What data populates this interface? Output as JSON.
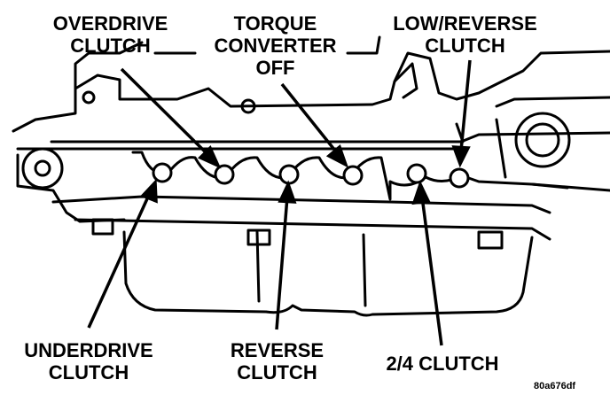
{
  "labels": {
    "overdrive": [
      "OVERDRIVE",
      "CLUTCH"
    ],
    "torque": [
      "TORQUE",
      "CONVERTER",
      "OFF"
    ],
    "lowrev": [
      "LOW/REVERSE",
      "CLUTCH"
    ],
    "underdrive": [
      "UNDERDRIVE",
      "CLUTCH"
    ],
    "reverse": [
      "REVERSE",
      "CLUTCH"
    ],
    "two_four": "2/4 CLUTCH"
  },
  "figure_code": "80a676df",
  "colors": {
    "ink": "#000000",
    "paper": "#ffffff"
  }
}
